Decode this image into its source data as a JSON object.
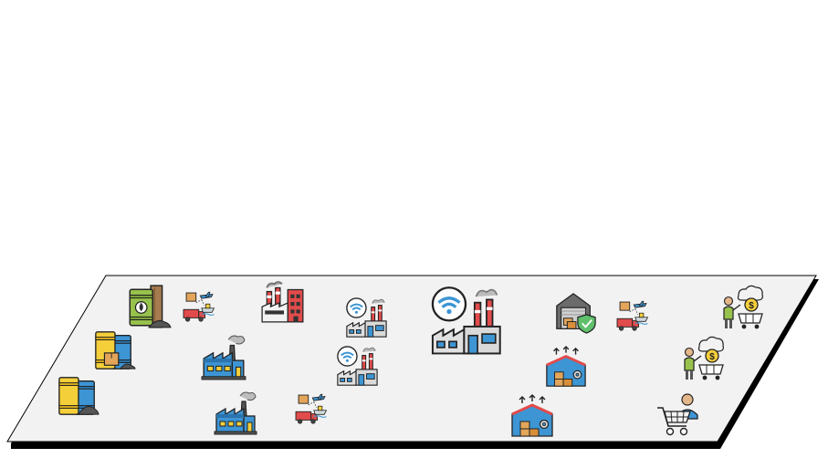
{
  "diagram": {
    "type": "supply-chain-flow",
    "platform_color": "#f2f2f2",
    "platform_shadow": "#000000",
    "stages": [
      {
        "stage": "raw-materials",
        "icons": [
          "oil-barrel-icon",
          "barrels-and-boxes-icon",
          "barrels-and-coal-icon"
        ]
      },
      {
        "stage": "logistics",
        "icons": [
          "logistics-icon"
        ]
      },
      {
        "stage": "manufacturing",
        "icons": [
          "factory-red-icon",
          "factory-blue-icon",
          "factory-blue-small-icon"
        ]
      },
      {
        "stage": "logistics",
        "icons": [
          "logistics-icon"
        ]
      },
      {
        "stage": "smart-factory",
        "icons": [
          "smart-factory-icon",
          "smart-factory-icon",
          "smart-factory-large-icon"
        ]
      },
      {
        "stage": "warehouse",
        "icons": [
          "secure-warehouse-icon",
          "warehouse-distribution-icon",
          "warehouse-distribution-icon"
        ]
      },
      {
        "stage": "logistics",
        "icons": [
          "logistics-icon"
        ]
      },
      {
        "stage": "customer",
        "icons": [
          "customer-payment-icon",
          "customer-payment-icon",
          "shopping-customer-icon"
        ]
      }
    ],
    "colors": {
      "blue": "#3d95d4",
      "red": "#e24b4b",
      "yellow": "#f5cf3a",
      "green": "#97c24c",
      "brown": "#a67b4e",
      "outline": "#222222"
    }
  }
}
